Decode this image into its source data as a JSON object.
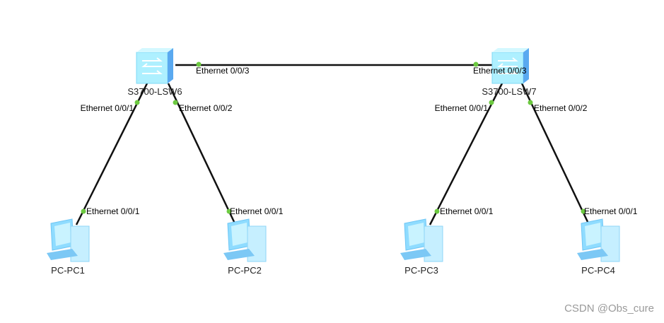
{
  "devices": {
    "lsw6": "S3700-LSW6",
    "lsw7": "S3700-LSW7",
    "pc1": "PC-PC1",
    "pc2": "PC-PC2",
    "pc3": "PC-PC3",
    "pc4": "PC-PC4"
  },
  "ports": {
    "lsw6_e3": "Ethernet 0/0/3",
    "lsw7_e3": "Ethernet 0/0/3",
    "lsw6_e1": "Ethernet 0/0/1",
    "lsw6_e2": "Ethernet 0/0/2",
    "lsw7_e1": "Ethernet 0/0/1",
    "lsw7_e2": "Ethernet 0/0/2",
    "pc1_e1": "Ethernet 0/0/1",
    "pc2_e1": "Ethernet 0/0/1",
    "pc3_e1": "Ethernet 0/0/1",
    "pc4_e1": "Ethernet 0/0/1"
  },
  "colors": {
    "link": "#111111",
    "port_dot": "#6cc940",
    "device": "#9fe6ff"
  },
  "watermark": "CSDN @Obs_cure"
}
